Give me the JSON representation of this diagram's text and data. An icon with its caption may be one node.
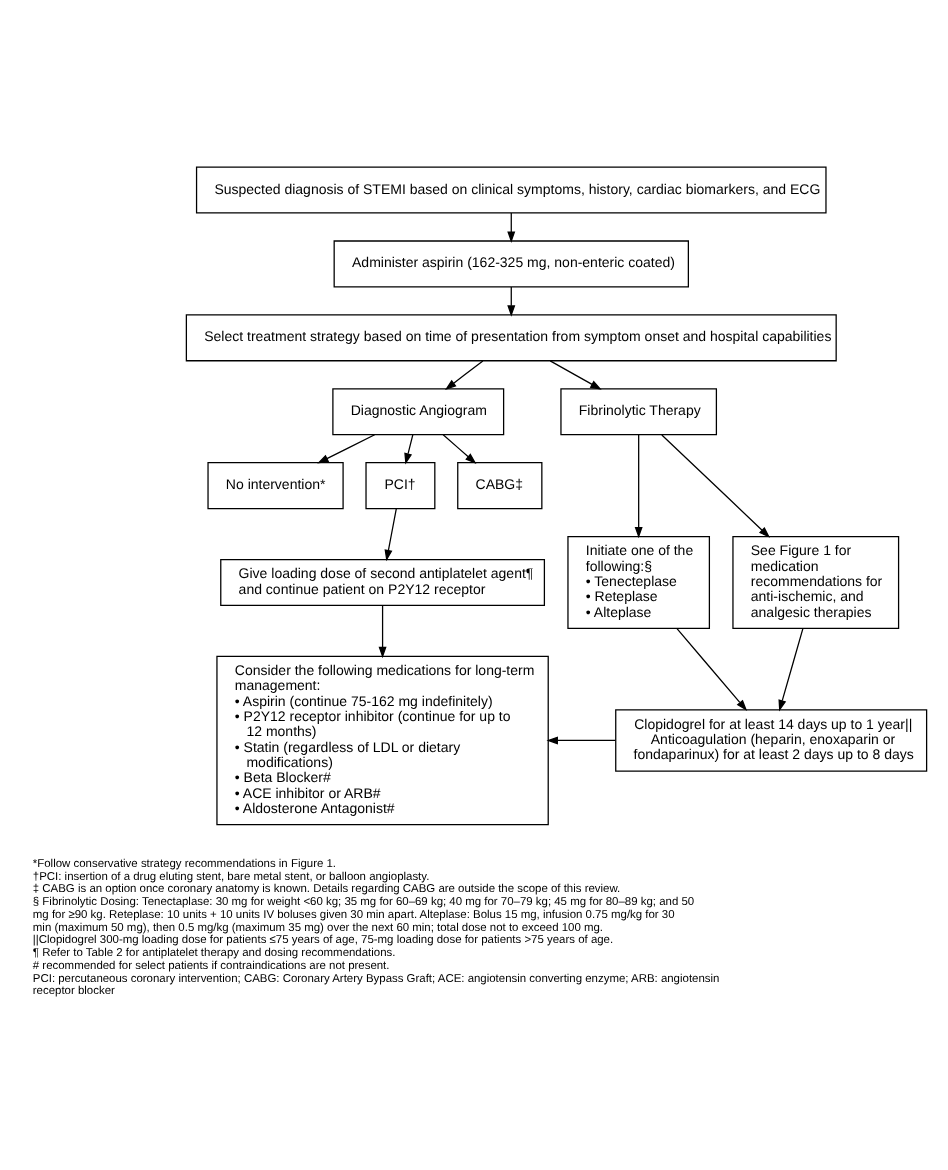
{
  "diagram": {
    "nodes": [
      {
        "text": [
          "Suspected diagnosis of STEMI based on clinical symptoms, history, cardiac biomarkers, and ECG"
        ]
      },
      {
        "text": [
          "Administer aspirin (162-325 mg, non-enteric coated)"
        ]
      },
      {
        "text": [
          "Select treatment strategy based on time of presentation from symptom onset and hospital capabilities"
        ]
      },
      {
        "text": [
          "Diagnostic Angiogram"
        ]
      },
      {
        "text": [
          "Fibrinolytic Therapy"
        ]
      },
      {
        "text": [
          "No intervention*"
        ]
      },
      {
        "text": [
          "PCI†"
        ]
      },
      {
        "text": [
          "CABG‡"
        ]
      },
      {
        "text": [
          "Initiate one of the following:§",
          "• Tenecteplase",
          "• Reteplase",
          "• Alteplase"
        ]
      },
      {
        "text": [
          "See Figure 1 for medication recommendations for anti-ischemic, and analgesic therapies"
        ]
      },
      {
        "text": [
          "Give loading dose of second antiplatelet agent¶ and continue patient on P2Y12 receptor"
        ]
      },
      {
        "text": [
          "Clopidogrel for at least 14 days up to 1 year||",
          "Anticoagulation (heparin, enoxaparin or fondaparinux) for at least 2 days up to 8 days"
        ]
      },
      {
        "text": [
          "Consider the following medications for long-term management:",
          "• Aspirin (continue 75-162 mg indefinitely)",
          "• P2Y12 receptor inhibitor (continue for up to 12 months)",
          "• Statin (regardless of LDL or dietary modifications)",
          "• Beta Blocker#",
          "• ACE inhibitor or ARB#",
          "• Aldosterone Antagonist#"
        ]
      }
    ],
    "edges": [
      {
        "from": 0,
        "to": 1,
        "arrow": "to"
      },
      {
        "from": 1,
        "to": 2,
        "arrow": "to"
      },
      {
        "from": 2,
        "to": 3,
        "arrow": "to"
      },
      {
        "from": 2,
        "to": 4,
        "arrow": "to"
      },
      {
        "from": 3,
        "to": 5,
        "arrow": "to"
      },
      {
        "from": 3,
        "to": 6,
        "arrow": "to"
      },
      {
        "from": 3,
        "to": 7,
        "arrow": "to"
      },
      {
        "from": 4,
        "to": 8,
        "arrow": "to"
      },
      {
        "from": 4,
        "to": 9,
        "arrow": "to"
      },
      {
        "from": 6,
        "to": 10,
        "arrow": "to"
      },
      {
        "from": 8,
        "to": 11,
        "arrow": "to"
      },
      {
        "from": 9,
        "to": 11,
        "arrow": "to"
      },
      {
        "from": 10,
        "to": 12,
        "arrow": "to"
      },
      {
        "from": 11,
        "to": 12,
        "arrow": "to"
      }
    ],
    "labels": [
      "*Follow conservative strategy recommendations in Figure 1.",
      "†PCI: insertion of a drug eluting stent, bare metal stent, or balloon angioplasty.",
      "‡ CABG is an option once coronary anatomy is known. Details regarding CABG are outside the scope of this review.",
      "§ Fibrinolytic Dosing: Tenectaplase: 30 mg for weight <60 kg; 35 mg for 60–69 kg; 40 mg for 70–79 kg; 45 mg for 80–89 kg; and 50 mg for ≥90 kg. Reteplase: 10 units + 10 units IV boluses given 30 min apart. Alteplase: Bolus 15 mg, infusion 0.75 mg/kg for 30 min (maximum 50 mg), then 0.5 mg/kg (maximum 35 mg) over the next 60 min; total dose not to exceed 100 mg.",
      "||Clopidogrel 300-mg loading dose for patients ≤75 years of age, 75-mg loading dose for patients >75 years of age.",
      "¶ Refer to Table 2 for antiplatelet therapy and dosing recommendations.",
      "# recommended for select patients if contraindications are not present.",
      "PCI: percutaneous coronary intervention; CABG: Coronary Artery Bypass Graft; ACE: angiotensin converting enzyme; ARB: angiotensin receptor blocker"
    ]
  }
}
